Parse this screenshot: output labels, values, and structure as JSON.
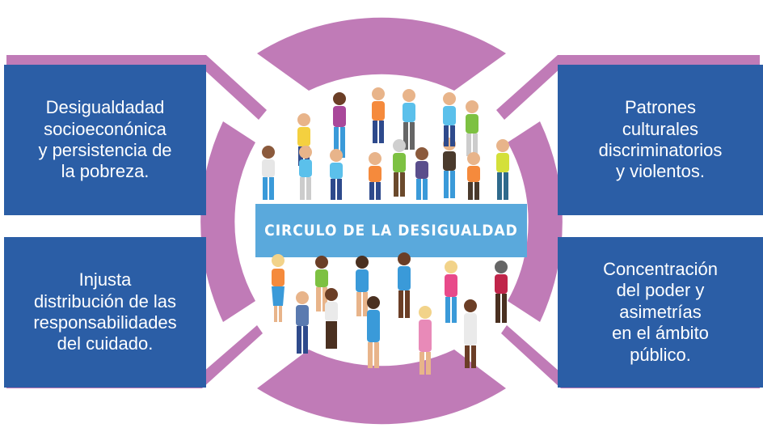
{
  "colors": {
    "ring": "#c07bb7",
    "box": "#2b5ea6",
    "banner": "#5aa9dc",
    "text_on_dark": "#ffffff"
  },
  "banner": {
    "title": "CIRCULO DE LA DESIGUALDAD"
  },
  "boxes": {
    "top_left": "Desigualdadad\nsocioeconónica\ny persistencia de\nla pobreza.",
    "bottom_left": "Injusta\ndistribución de las\nresponsabilidades\ndel cuidado.",
    "top_right": "Patrones\nculturales\ndiscriminatorios\ny violentos.",
    "bottom_right": "Concentración\ndel poder y\nasimetrías\nen el ámbito\npúblico."
  },
  "illustrations": {
    "top_crowd": "group-of-men-illustration",
    "bottom_crowd": "group-of-women-illustration"
  }
}
